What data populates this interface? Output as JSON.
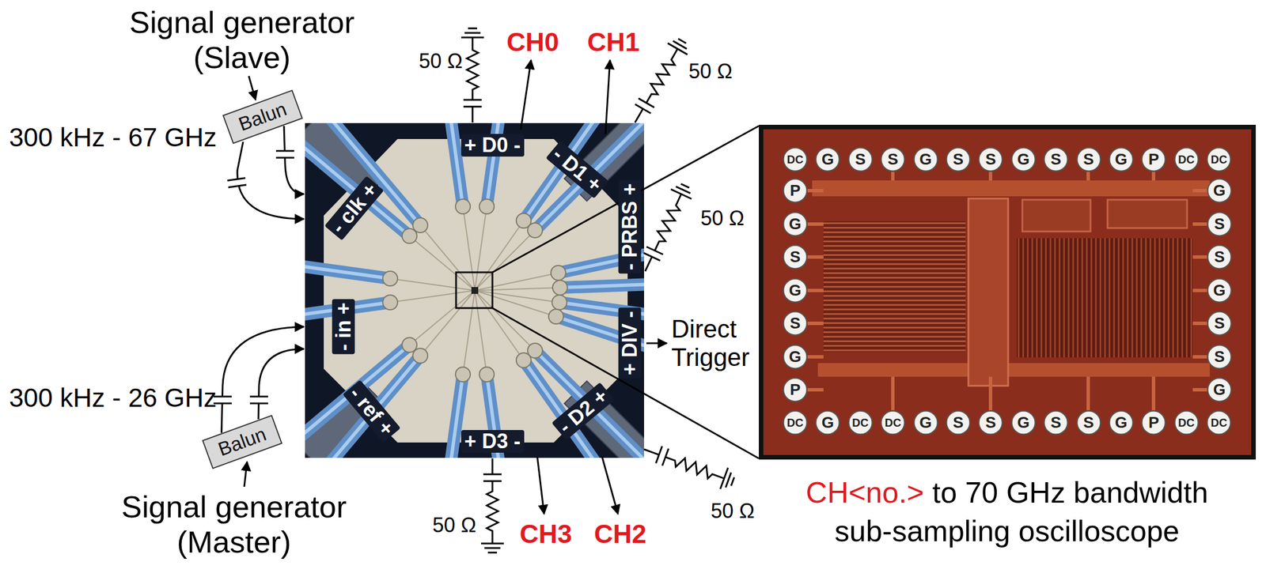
{
  "diagram": {
    "nodes": [
      {
        "text": [
          "Balun"
        ]
      },
      {
        "text": [
          "Balun"
        ]
      },
      {
        "text": [
          "DC"
        ]
      },
      {
        "text": [
          "G"
        ]
      },
      {
        "text": [
          "S"
        ]
      },
      {
        "text": [
          "S"
        ]
      },
      {
        "text": [
          "G"
        ]
      },
      {
        "text": [
          "S"
        ]
      },
      {
        "text": [
          "S"
        ]
      },
      {
        "text": [
          "G"
        ]
      },
      {
        "text": [
          "S"
        ]
      },
      {
        "text": [
          "S"
        ]
      },
      {
        "text": [
          "G"
        ]
      },
      {
        "text": [
          "P"
        ]
      },
      {
        "text": [
          "DC"
        ]
      },
      {
        "text": [
          "DC"
        ]
      },
      {
        "text": [
          "P"
        ]
      },
      {
        "text": [
          "G"
        ]
      },
      {
        "text": [
          "S"
        ]
      },
      {
        "text": [
          "G"
        ]
      },
      {
        "text": [
          "S"
        ]
      },
      {
        "text": [
          "G"
        ]
      },
      {
        "text": [
          "P"
        ]
      },
      {
        "text": [
          "G"
        ]
      },
      {
        "text": [
          "S"
        ]
      },
      {
        "text": [
          "S"
        ]
      },
      {
        "text": [
          "G"
        ]
      },
      {
        "text": [
          "S"
        ]
      },
      {
        "text": [
          "S"
        ]
      },
      {
        "text": [
          "G"
        ]
      },
      {
        "text": [
          "DC"
        ]
      },
      {
        "text": [
          "G"
        ]
      },
      {
        "text": [
          "DC"
        ]
      },
      {
        "text": [
          "DC"
        ]
      },
      {
        "text": [
          "G"
        ]
      },
      {
        "text": [
          "S"
        ]
      },
      {
        "text": [
          "S"
        ]
      },
      {
        "text": [
          "G"
        ]
      },
      {
        "text": [
          "S"
        ]
      },
      {
        "text": [
          "S"
        ]
      },
      {
        "text": [
          "G"
        ]
      },
      {
        "text": [
          "P"
        ]
      },
      {
        "text": [
          "DC"
        ]
      },
      {
        "text": [
          "DC"
        ]
      }
    ],
    "labels": [
      "Signal generator (Slave)",
      "300 kHz - 67 GHz",
      "50 Ω",
      "CH0",
      "CH1",
      "50 Ω",
      "+ D0 -",
      "- D1 +",
      "- clk +",
      "- PRBS +",
      "50 Ω",
      "- in +",
      "+ DIV -",
      "Direct Trigger",
      "300 kHz - 26 GHz",
      "- ref +",
      "- D2 +",
      "+ D3 -",
      "50 Ω",
      "50 Ω",
      "CH3",
      "CH2",
      "Signal generator (Master)",
      "CH<no.>",
      "to 70 GHz bandwidth sub-sampling oscilloscope"
    ]
  }
}
